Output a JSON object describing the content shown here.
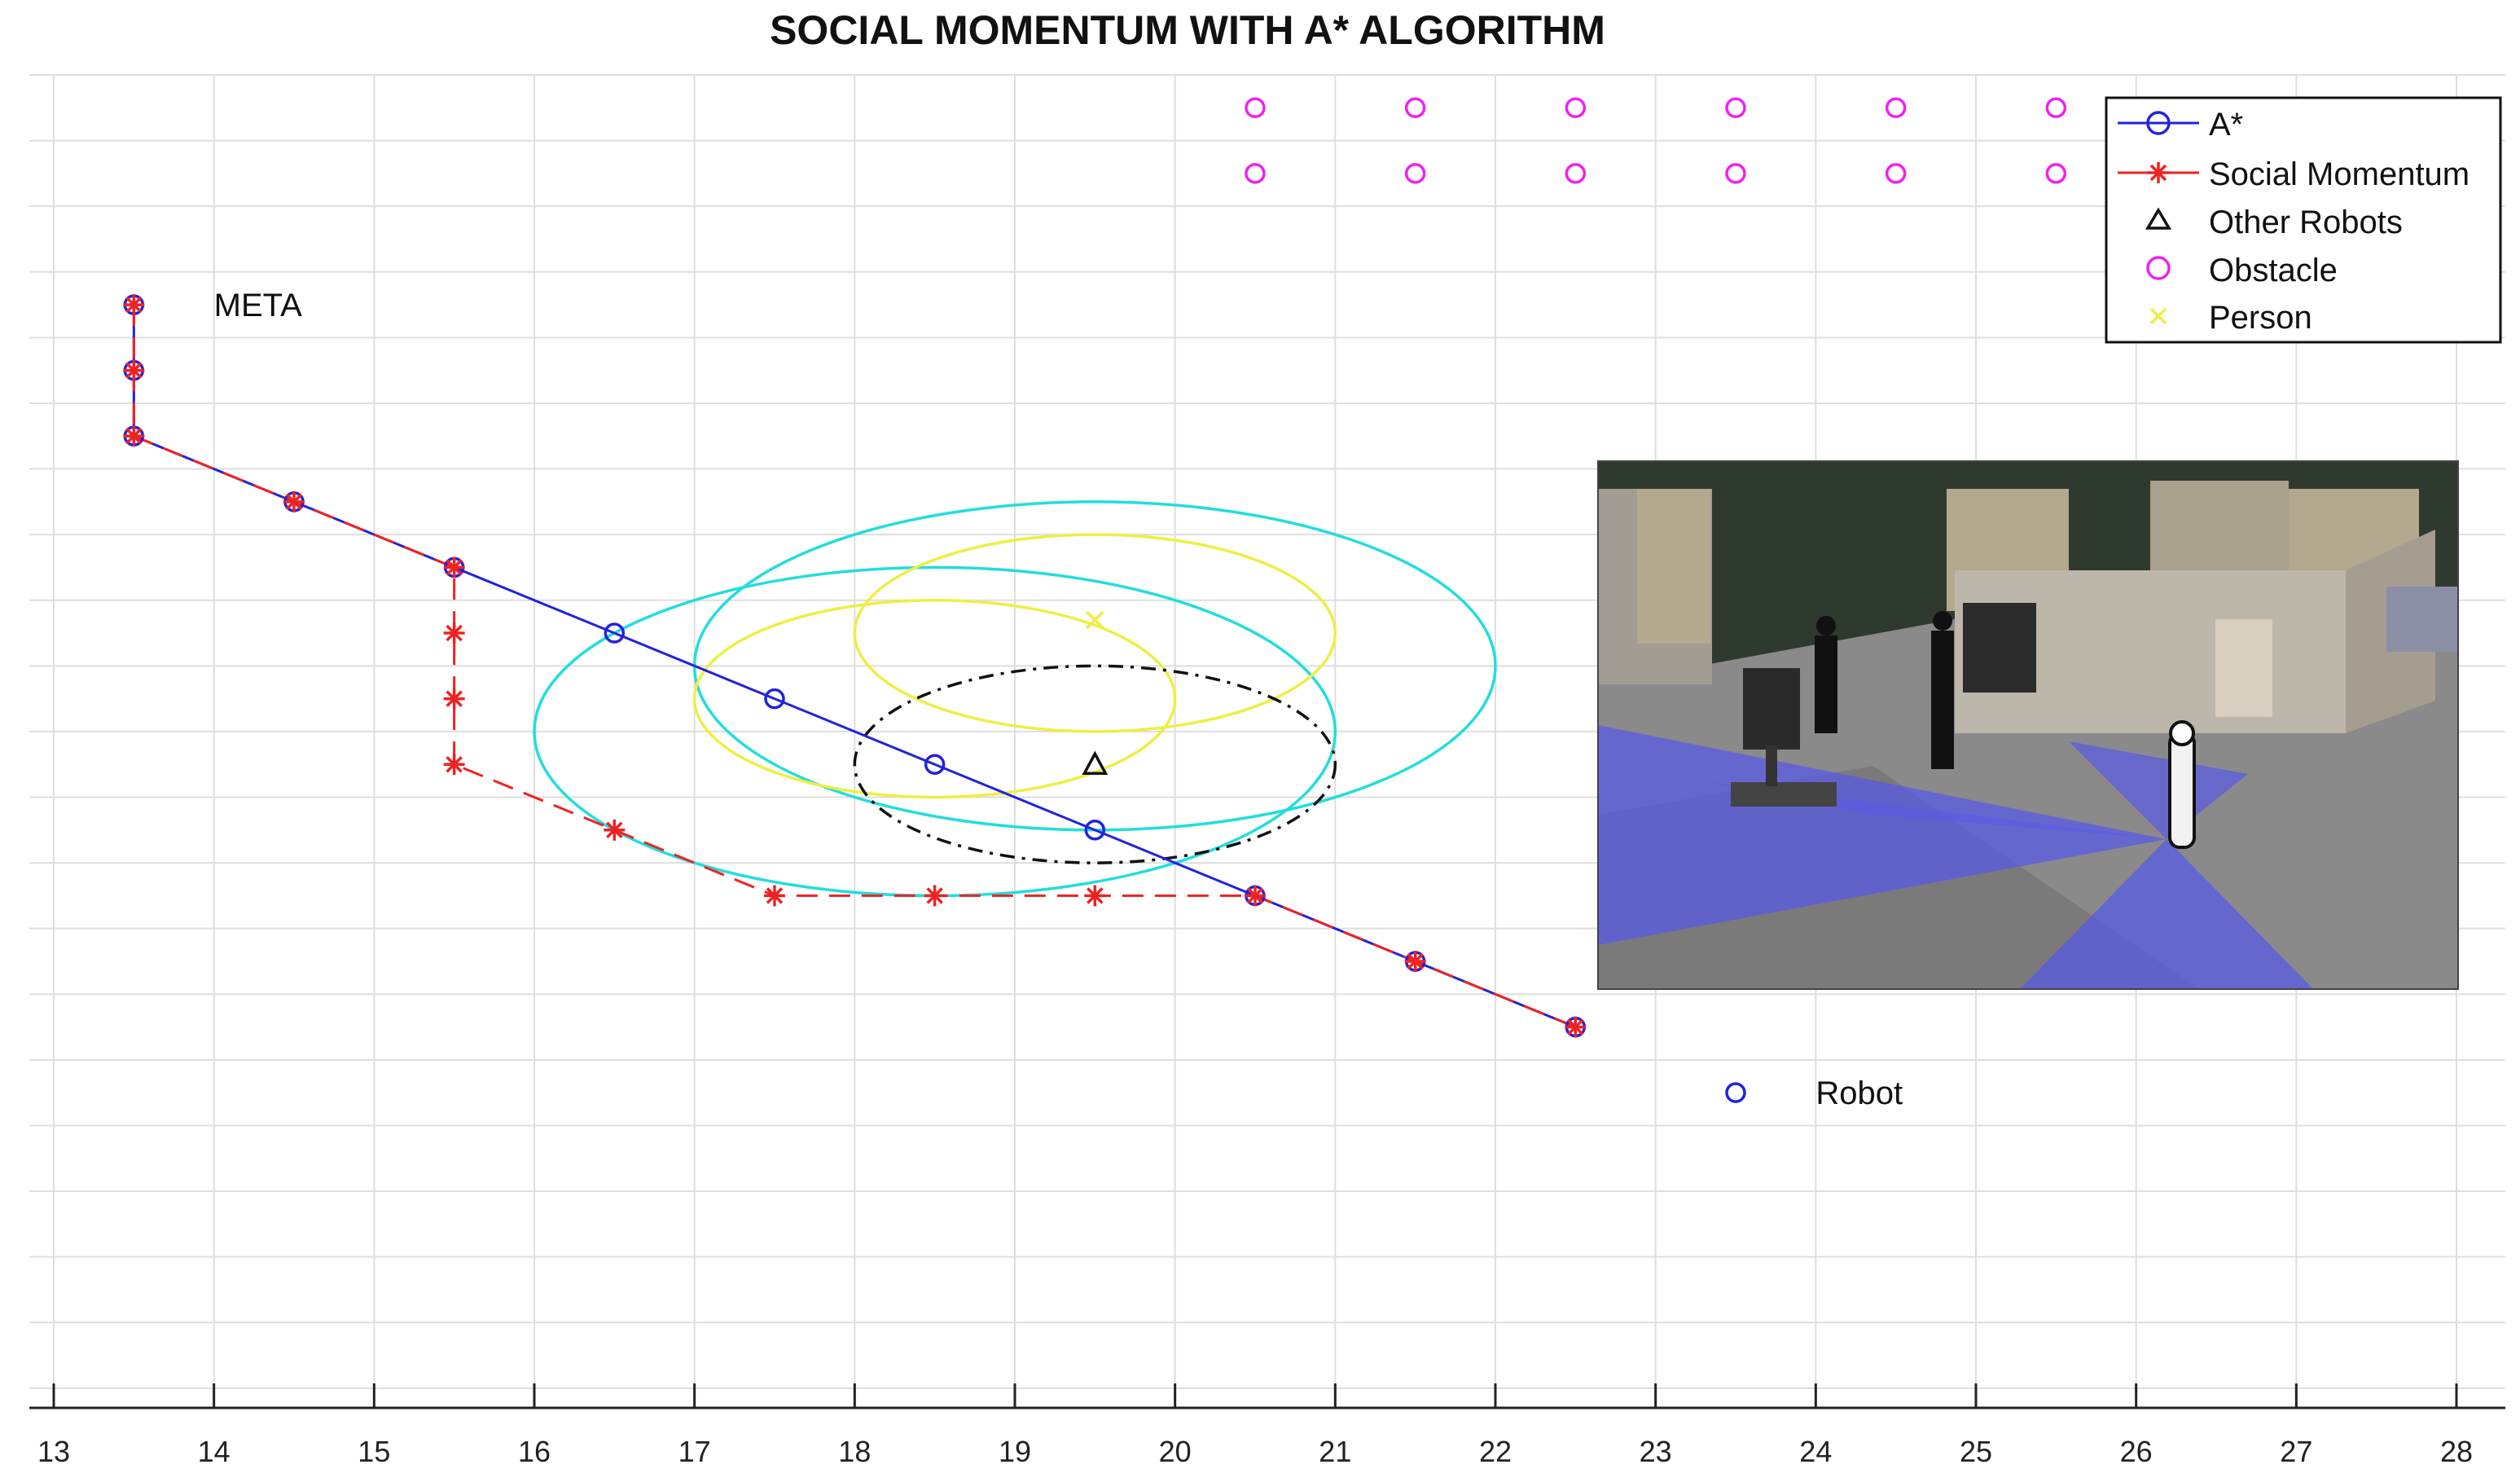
{
  "chart_data": {
    "type": "scatter",
    "title": "SOCIAL MOMENTUM WITH A* ALGORITHM",
    "xlabel": "",
    "ylabel": "",
    "xlim": [
      13,
      28
    ],
    "ylim": [
      -5.3,
      15
    ],
    "x_ticks": [
      13,
      14,
      15,
      16,
      17,
      18,
      19,
      20,
      21,
      22,
      23,
      24,
      25,
      26,
      27,
      28
    ],
    "grid": true,
    "legend_position": "top-right",
    "series": [
      {
        "name": "A*",
        "marker": "circle",
        "line": "solid",
        "color": "#2222dd",
        "points": [
          [
            13.5,
            11.5
          ],
          [
            13.5,
            10.5
          ],
          [
            13.5,
            9.5
          ],
          [
            14.5,
            8.5
          ],
          [
            15.5,
            7.5
          ],
          [
            16.5,
            6.5
          ],
          [
            17.5,
            5.5
          ],
          [
            18.5,
            4.5
          ],
          [
            19.5,
            3.5
          ],
          [
            20.5,
            2.5
          ],
          [
            21.5,
            1.5
          ],
          [
            22.5,
            0.5
          ]
        ]
      },
      {
        "name": "Social Momentum",
        "marker": "star",
        "line": "dashed",
        "color": "#ee2222",
        "points": [
          [
            13.5,
            11.5
          ],
          [
            13.5,
            10.5
          ],
          [
            13.5,
            9.5
          ],
          [
            14.5,
            8.5
          ],
          [
            15.5,
            7.5
          ],
          [
            15.5,
            6.5
          ],
          [
            15.5,
            5.5
          ],
          [
            15.5,
            4.5
          ],
          [
            16.5,
            3.5
          ],
          [
            17.5,
            2.5
          ],
          [
            18.5,
            2.5
          ],
          [
            19.5,
            2.5
          ],
          [
            20.5,
            2.5
          ],
          [
            21.5,
            1.5
          ],
          [
            22.5,
            0.5
          ]
        ]
      },
      {
        "name": "Other Robots",
        "marker": "triangle",
        "color": "#111111",
        "points": [
          [
            19.5,
            4.5
          ]
        ]
      },
      {
        "name": "Obstacle",
        "marker": "circle",
        "color": "#ee22ee",
        "points": [
          [
            20.5,
            14.5
          ],
          [
            21.5,
            14.5
          ],
          [
            22.5,
            14.5
          ],
          [
            23.5,
            14.5
          ],
          [
            24.5,
            14.5
          ],
          [
            25.5,
            14.5
          ],
          [
            20.5,
            13.5
          ],
          [
            21.5,
            13.5
          ],
          [
            22.5,
            13.5
          ],
          [
            23.5,
            13.5
          ],
          [
            24.5,
            13.5
          ],
          [
            25.5,
            13.5
          ]
        ]
      },
      {
        "name": "Person",
        "marker": "x",
        "color": "#eeee44",
        "points": [
          [
            19.5,
            6.7
          ]
        ]
      }
    ],
    "unlabeled_markers": [
      {
        "label": "Robot",
        "marker": "circle",
        "color": "#2222dd",
        "x": 23.5,
        "y": -0.5
      }
    ],
    "zones": [
      {
        "kind": "ellipse",
        "style": "solid",
        "color": "#22dddd",
        "cx": 18.5,
        "cy": 5.0,
        "rx": 2.5,
        "ry": 2.5
      },
      {
        "kind": "ellipse",
        "style": "solid",
        "color": "#22dddd",
        "cx": 19.5,
        "cy": 6.0,
        "rx": 2.5,
        "ry": 2.5
      },
      {
        "kind": "ellipse",
        "style": "solid",
        "color": "#eeee44",
        "cx": 18.5,
        "cy": 5.5,
        "rx": 1.5,
        "ry": 1.5
      },
      {
        "kind": "ellipse",
        "style": "solid",
        "color": "#eeee44",
        "cx": 19.5,
        "cy": 6.5,
        "rx": 1.5,
        "ry": 1.5
      },
      {
        "kind": "ellipse",
        "style": "dashdot",
        "color": "#111111",
        "cx": 19.5,
        "cy": 4.5,
        "rx": 1.5,
        "ry": 1.5
      }
    ],
    "annotations": [
      {
        "text": "META",
        "x": 14.0,
        "y": 11.5
      },
      {
        "text": "Robot",
        "x": 24.0,
        "y": -0.5
      }
    ],
    "inset": {
      "kind": "3d-simulation-screenshot",
      "colors": {
        "sky": "#2e3a2e",
        "floor": "#8a8a8a",
        "wall": "#b8b0a4",
        "laser": "#5a5ae6"
      }
    }
  }
}
